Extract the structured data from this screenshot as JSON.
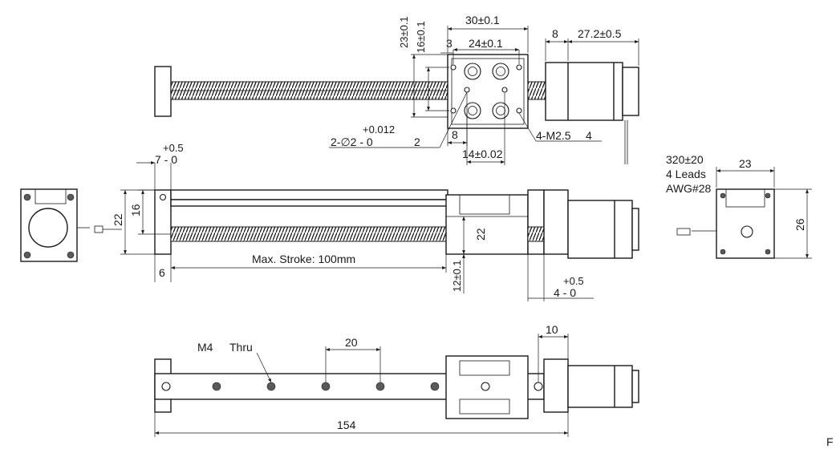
{
  "top_view": {
    "dim_width_30": "30±0.1",
    "dim_motor_gap": "8",
    "dim_motor_len": "27.2±0.5",
    "dim_hole_spacing": "24±0.1",
    "dim_edge_3": "3",
    "dim_height_23": "23±0.1",
    "dim_height_16": "16±0.1",
    "dim_pin_tol": "+0.012",
    "dim_pin_label": "2-∅2 - 0",
    "dim_pin_depth": "2",
    "dim_offset_8": "8",
    "dim_spacing_14": "14±0.02",
    "dim_thread": "4-M2.5",
    "dim_thread_depth": "4"
  },
  "side_view": {
    "dim_tol_left": "+0.5",
    "dim_len_left": "7 - 0",
    "dim_height_22": "22",
    "dim_height_16": "16",
    "dim_thickness_6": "6",
    "dim_stroke": "Max. Stroke: 100mm",
    "dim_carriage_22": "22",
    "dim_offset_12": "12±0.1",
    "dim_tol_right": "+0.5",
    "dim_len_right": "4 - 0"
  },
  "end_view": {
    "cable_length": "320±20",
    "cable_leads": "4 Leads",
    "cable_gauge": "AWG#28",
    "dim_width_23": "23",
    "dim_height_26": "26"
  },
  "bottom_view": {
    "dim_thread_label": "M4",
    "dim_thread_thru": "Thru",
    "dim_pitch_20": "20",
    "dim_end_10": "10",
    "dim_total_154": "154"
  },
  "page_marker": "F"
}
